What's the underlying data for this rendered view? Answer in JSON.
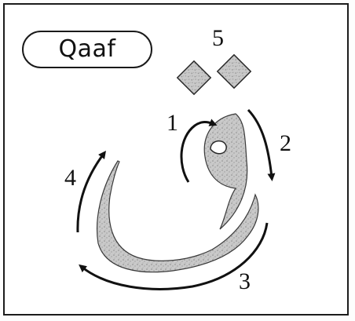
{
  "title": "Qaaf",
  "steps": {
    "s1": "1",
    "s2": "2",
    "s3": "3",
    "s4": "4",
    "s5": "5"
  },
  "colors": {
    "border": "#1c1c1c",
    "stroke_fill": "#bdbdbd",
    "dots_fill": "#c4c4c4",
    "arrows": "#111111"
  }
}
